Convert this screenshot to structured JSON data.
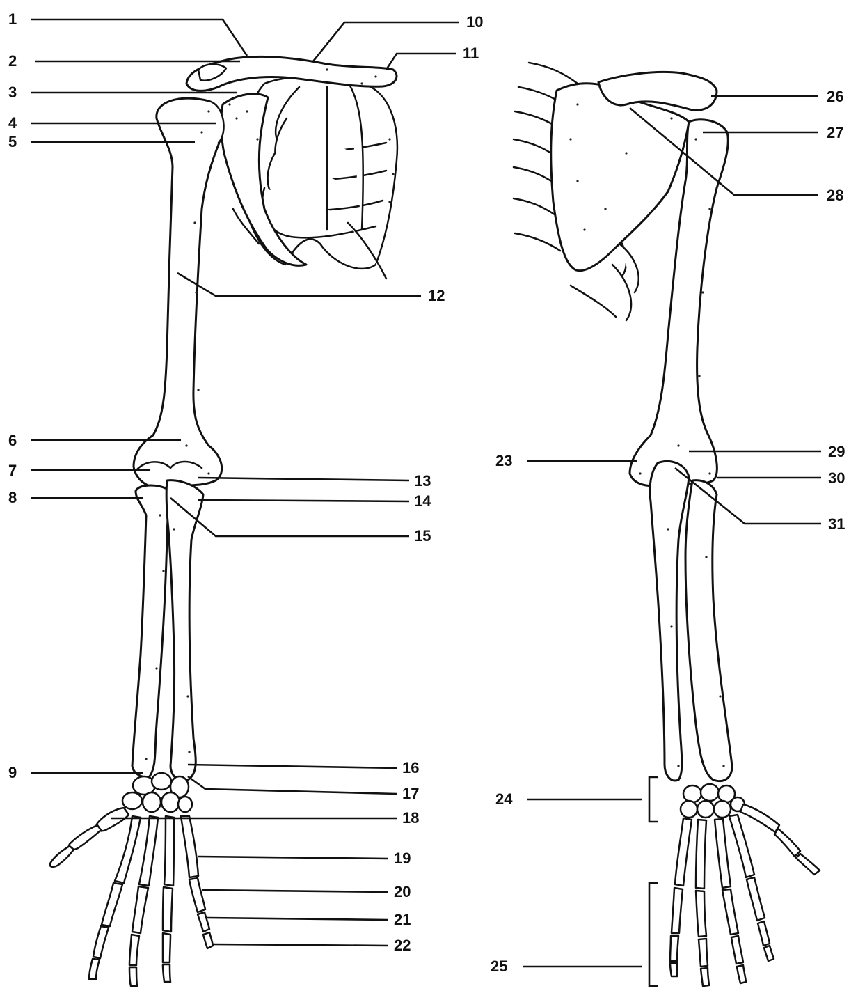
{
  "labels": {
    "l1": "1",
    "l2": "2",
    "l3": "3",
    "l4": "4",
    "l5": "5",
    "l6": "6",
    "l7": "7",
    "l8": "8",
    "l9": "9",
    "l10": "10",
    "l11": "11",
    "l12": "12",
    "l13": "13",
    "l14": "14",
    "l15": "15",
    "l16": "16",
    "l17": "17",
    "l18": "18",
    "l19": "19",
    "l20": "20",
    "l21": "21",
    "l22": "22",
    "l23": "23",
    "l24": "24",
    "l25": "25",
    "l26": "26",
    "l27": "27",
    "l28": "28",
    "l29": "29",
    "l30": "30",
    "l31": "31"
  },
  "colors": {
    "line": "#111111",
    "background": "#ffffff"
  }
}
